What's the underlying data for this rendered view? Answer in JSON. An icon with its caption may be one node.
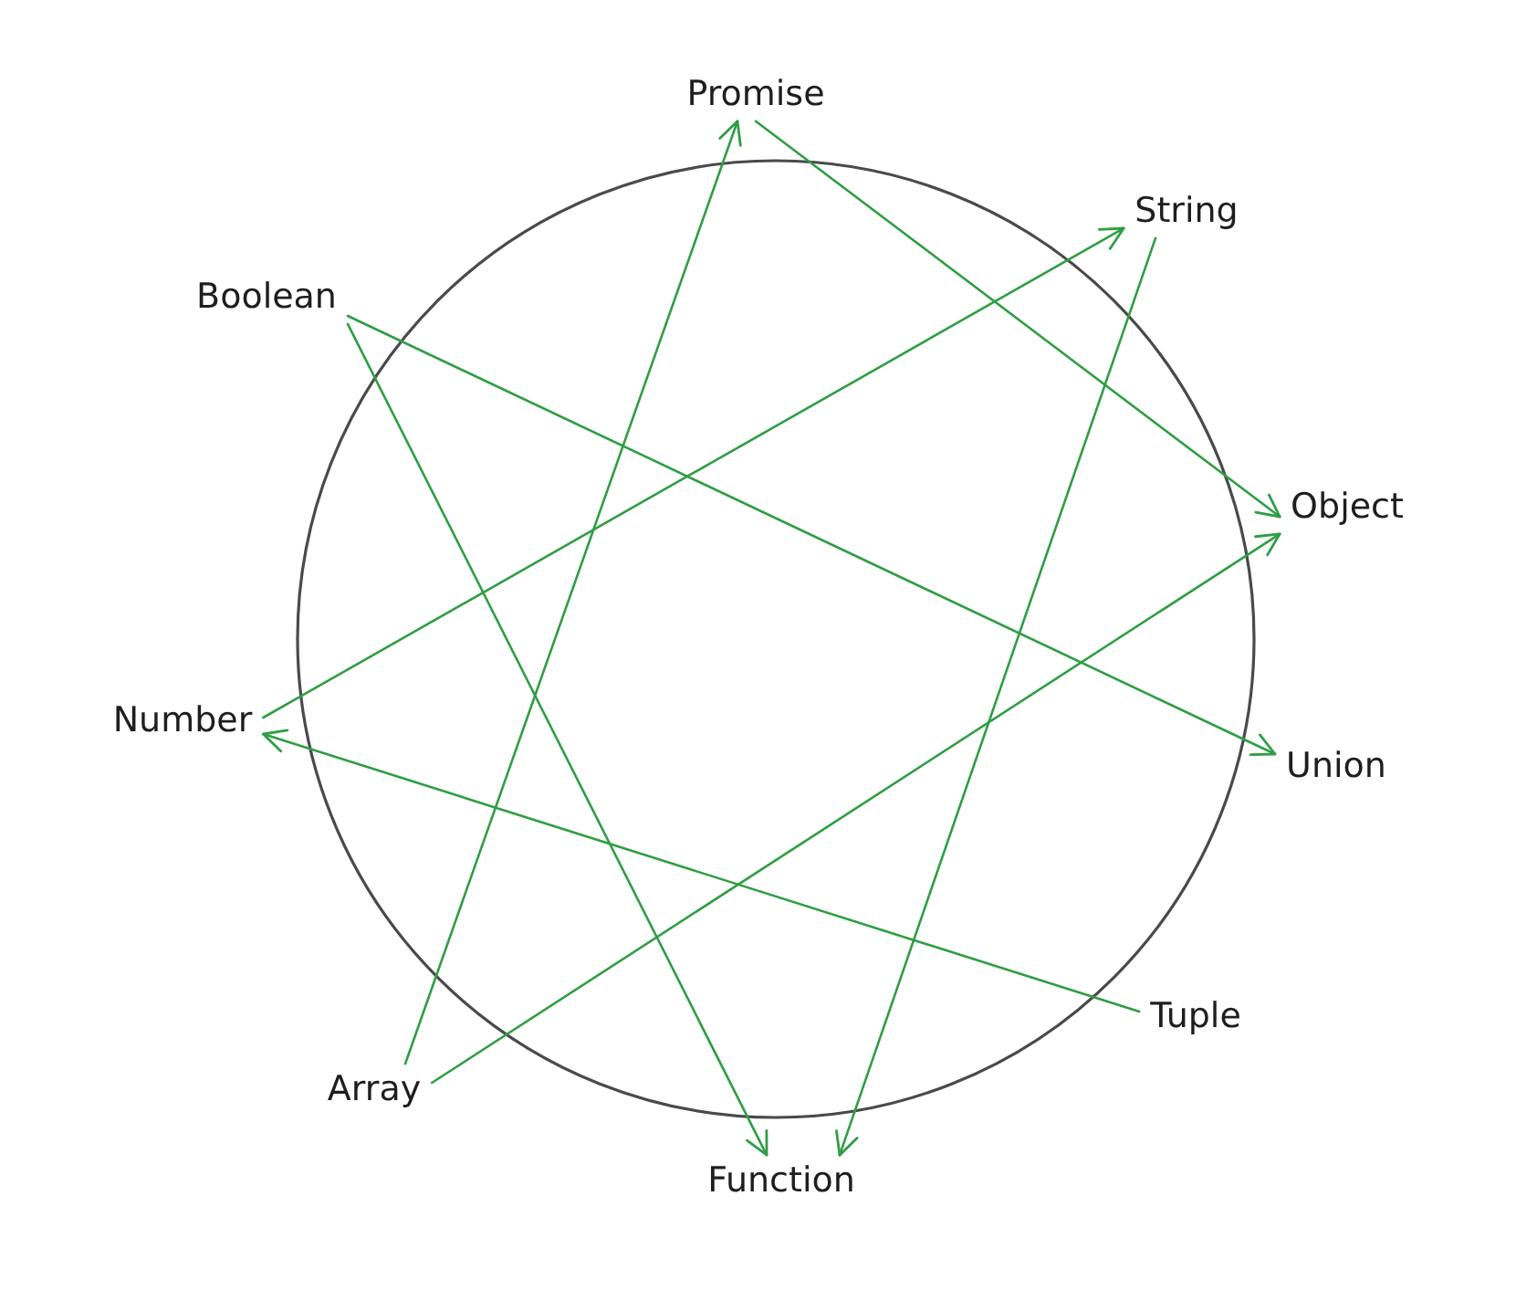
{
  "diagram": {
    "nodes": [
      {
        "text": [
          "Promise"
        ]
      },
      {
        "text": [
          "String"
        ]
      },
      {
        "text": [
          "Boolean"
        ]
      },
      {
        "text": [
          "Object"
        ]
      },
      {
        "text": [
          "Number"
        ]
      },
      {
        "text": [
          "Union"
        ]
      },
      {
        "text": [
          "Tuple"
        ]
      },
      {
        "text": [
          "Array"
        ]
      },
      {
        "text": [
          "Function"
        ]
      }
    ],
    "edges": [
      {
        "from": 0,
        "to": 3,
        "arrow": "to"
      },
      {
        "from": 7,
        "to": 0,
        "arrow": "to"
      },
      {
        "from": 4,
        "to": 1,
        "arrow": "to"
      },
      {
        "from": 1,
        "to": 8,
        "arrow": "to"
      },
      {
        "from": 2,
        "to": 5,
        "arrow": "to"
      },
      {
        "from": 2,
        "to": 8,
        "arrow": "to"
      },
      {
        "from": 7,
        "to": 3,
        "arrow": "to"
      },
      {
        "from": 6,
        "to": 4,
        "arrow": "to"
      }
    ]
  }
}
